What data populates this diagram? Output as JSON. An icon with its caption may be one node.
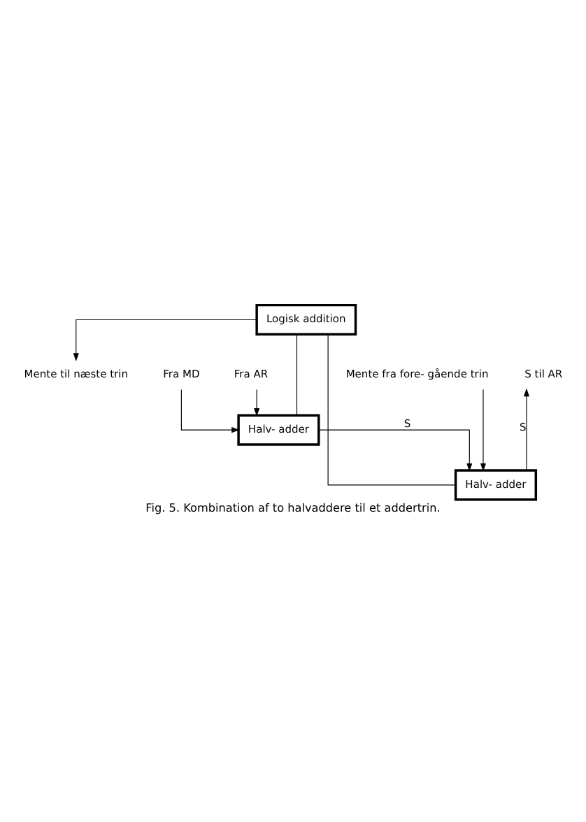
{
  "diagram": {
    "caption": "Fig. 5. Kombination af to halvaddere til et addertrin.",
    "nodes": [
      {
        "text": [
          "Logisk addition"
        ]
      },
      {
        "text": [
          "Halv- adder"
        ]
      },
      {
        "text": [
          "Halv- adder"
        ]
      },
      {
        "text": [
          "Mente til næste trin"
        ]
      },
      {
        "text": [
          "Fra MD"
        ]
      },
      {
        "text": [
          "Fra AR"
        ]
      },
      {
        "text": [
          "Mente fra fore- gående trin"
        ]
      },
      {
        "text": [
          "S til AR"
        ]
      }
    ],
    "edges": [
      {
        "from": 1,
        "to": 0,
        "arrow": "none"
      },
      {
        "from": 2,
        "to": 0,
        "arrow": "none"
      },
      {
        "from": 0,
        "to": 3,
        "arrow": "to"
      },
      {
        "from": 2,
        "to": 1,
        "arrow": "to",
        "label": "S"
      },
      {
        "from": 4,
        "to": 2,
        "arrow": "to"
      },
      {
        "from": 5,
        "to": 2,
        "arrow": "to"
      },
      {
        "from": 6,
        "to": 1,
        "arrow": "to"
      },
      {
        "from": 1,
        "to": 7,
        "arrow": "to",
        "label": "S"
      }
    ]
  }
}
